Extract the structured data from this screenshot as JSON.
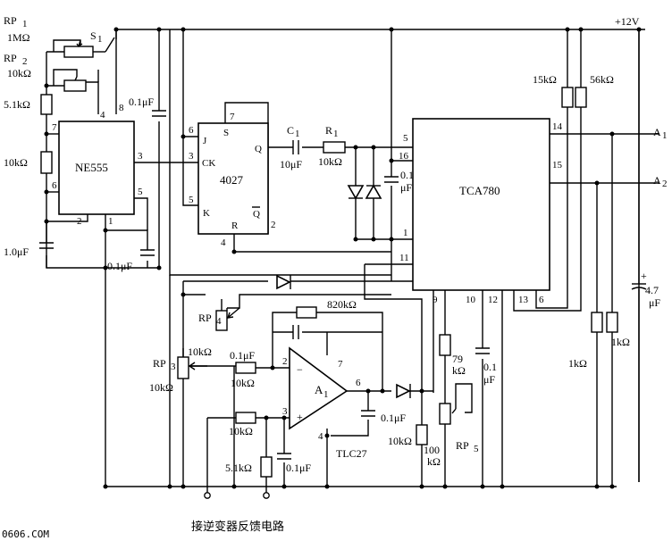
{
  "supply": {
    "voltage": "+12V"
  },
  "chips": {
    "ne555": {
      "name": "NE555",
      "pins": [
        "4",
        "8",
        "7",
        "3",
        "6",
        "5",
        "2",
        "1"
      ]
    },
    "cd4027": {
      "name": "4027",
      "pins": [
        "7",
        "6",
        "3",
        "5",
        "4",
        "2"
      ],
      "pin_labels": [
        "S",
        "J",
        "CK",
        "Q",
        "K",
        "R",
        "Q"
      ]
    },
    "tca780": {
      "name": "TCA780",
      "pins": [
        "5",
        "16",
        "1",
        "11",
        "14",
        "15",
        "9",
        "10",
        "12",
        "13",
        "6"
      ]
    },
    "opamp": {
      "name": "A",
      "name_sub": "1",
      "part": "TLC27",
      "pins": [
        "2",
        "3",
        "7",
        "6",
        "4"
      ],
      "inputs": [
        "−",
        "+"
      ]
    }
  },
  "components": {
    "rp1": {
      "ref": "RP",
      "sub": "1",
      "value": "1MΩ"
    },
    "s1": {
      "ref": "S",
      "sub": "1"
    },
    "rp2": {
      "ref": "RP",
      "sub": "2",
      "value": "10kΩ"
    },
    "r_5k1": {
      "value": "5.1kΩ"
    },
    "r_10k": {
      "value": "10kΩ"
    },
    "c_1u": {
      "value": "1.0μF"
    },
    "c_01_top": {
      "value": "0.1μF"
    },
    "c_01_555": {
      "value": "0.1μF"
    },
    "c1": {
      "ref": "C",
      "sub": "1",
      "value": "10μF"
    },
    "r1": {
      "ref": "R",
      "sub": "1",
      "value": "10kΩ"
    },
    "c_01_tca": {
      "value_a": "0.1",
      "value_b": "μF"
    },
    "r_15k": {
      "value": "15kΩ"
    },
    "r_56k": {
      "value": "56kΩ"
    },
    "r_1k_a": {
      "value": "1kΩ"
    },
    "r_1k_b": {
      "value": "1kΩ"
    },
    "c_47": {
      "value_a": "4.7",
      "value_b": "μF",
      "polarity": "+"
    },
    "rp4": {
      "ref": "RP",
      "sub": "4"
    },
    "r_820k": {
      "value": "820kΩ"
    },
    "rp3": {
      "ref": "RP",
      "sub": "3",
      "value": "10kΩ"
    },
    "r_in1": {
      "value": "10kΩ"
    },
    "c_fb": {
      "value": "0.1μF"
    },
    "r_in2": {
      "value": "10kΩ"
    },
    "r_in3": {
      "value": "10kΩ"
    },
    "r_5k1b": {
      "value": "5.1kΩ"
    },
    "c_01_in": {
      "value": "0.1μF"
    },
    "c_01_out": {
      "value": "0.1μF"
    },
    "r_10k_out": {
      "value": "10kΩ"
    },
    "r_100k": {
      "value_a": "100",
      "value_b": "kΩ"
    },
    "r_79k": {
      "value_a": "79",
      "value_b": "kΩ"
    },
    "c_01_p10": {
      "value_a": "0.1",
      "value_b": "μF"
    },
    "rp5": {
      "ref": "RP",
      "sub": "5"
    }
  },
  "outputs": {
    "a1": {
      "label": "A",
      "sub": "1"
    },
    "a2": {
      "label": "A",
      "sub": "2"
    }
  },
  "caption": "接逆变器反馈电路",
  "watermark": "0606.COM"
}
